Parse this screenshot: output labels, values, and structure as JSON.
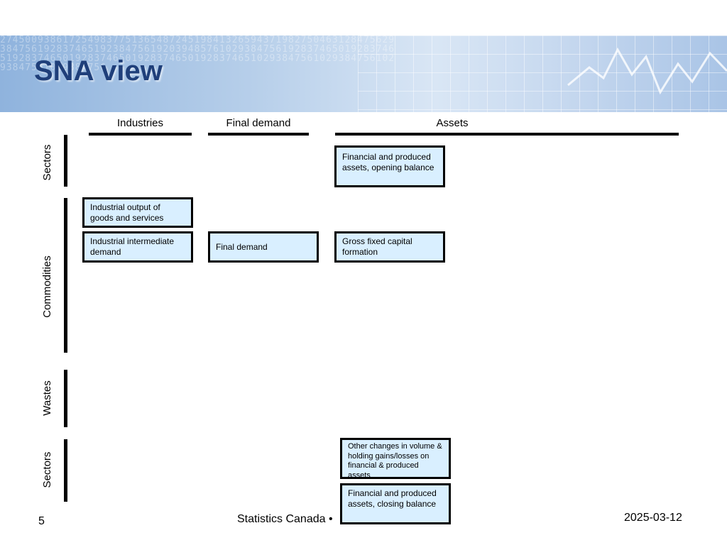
{
  "title": "SNA view",
  "columns": {
    "industries": "Industries",
    "final_demand": "Final demand",
    "assets": "Assets"
  },
  "rows": {
    "sectors_top": "Sectors",
    "commodities": "Commodities",
    "wastes": "Wastes",
    "sectors_bottom": "Sectors"
  },
  "cells": {
    "opening_balance": "Financial and produced assets, opening balance",
    "industrial_output": "Industrial output of goods and services",
    "industrial_intermediate_demand": "Industrial intermediate demand",
    "final_demand": "Final demand",
    "gross_fixed_capital_formation": "Gross fixed capital formation",
    "other_changes": "Other changes in volume & holding gains/losses on financial & produced assets",
    "closing_balance": "Financial and produced assets, closing balance"
  },
  "footer": {
    "page_number": "5",
    "organization": "Statistics Canada •",
    "date": "2025-03-12"
  },
  "colors": {
    "title": "#1f3f7a",
    "box_fill": "#d9efff",
    "line": "#000000"
  }
}
